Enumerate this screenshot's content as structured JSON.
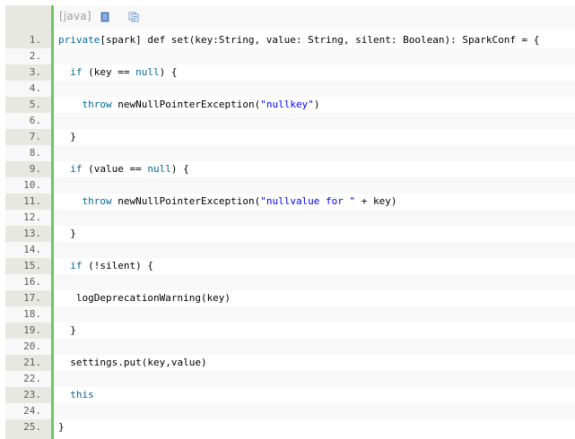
{
  "toolbar": {
    "lang_label": "[java]",
    "view_source_icon": "view-source-icon",
    "copy_icon": "copy-icon"
  },
  "colors": {
    "gutter": "#e8e8e2",
    "gutter_rule": "#6ec564",
    "keyword": "#006699",
    "string": "#0000ff",
    "line_number": "#5c5c5c",
    "alt_row": "#f8f8f8"
  },
  "lines": [
    {
      "num": "1.",
      "tokens": [
        {
          "t": "private",
          "c": "kw"
        },
        {
          "t": "[spark] def set(key:String, value: String, silent: Boolean): SparkConf = {"
        }
      ]
    },
    {
      "num": "2.",
      "tokens": []
    },
    {
      "num": "3.",
      "tokens": [
        {
          "t": "  "
        },
        {
          "t": "if",
          "c": "kw"
        },
        {
          "t": " (key == "
        },
        {
          "t": "null",
          "c": "kw"
        },
        {
          "t": ") {"
        }
      ]
    },
    {
      "num": "4.",
      "tokens": []
    },
    {
      "num": "5.",
      "tokens": [
        {
          "t": "    "
        },
        {
          "t": "throw",
          "c": "kw"
        },
        {
          "t": " newNullPointerException("
        },
        {
          "t": "\"nullkey\"",
          "c": "str"
        },
        {
          "t": ")"
        }
      ]
    },
    {
      "num": "6.",
      "tokens": []
    },
    {
      "num": "7.",
      "tokens": [
        {
          "t": "  }"
        }
      ]
    },
    {
      "num": "8.",
      "tokens": []
    },
    {
      "num": "9.",
      "tokens": [
        {
          "t": "  "
        },
        {
          "t": "if",
          "c": "kw"
        },
        {
          "t": " (value == "
        },
        {
          "t": "null",
          "c": "kw"
        },
        {
          "t": ") {"
        }
      ]
    },
    {
      "num": "10.",
      "tokens": []
    },
    {
      "num": "11.",
      "tokens": [
        {
          "t": "    "
        },
        {
          "t": "throw",
          "c": "kw"
        },
        {
          "t": " newNullPointerException("
        },
        {
          "t": "\"nullvalue for \"",
          "c": "str"
        },
        {
          "t": " + key)"
        }
      ]
    },
    {
      "num": "12.",
      "tokens": []
    },
    {
      "num": "13.",
      "tokens": [
        {
          "t": "  }"
        }
      ]
    },
    {
      "num": "14.",
      "tokens": []
    },
    {
      "num": "15.",
      "tokens": [
        {
          "t": "  "
        },
        {
          "t": "if",
          "c": "kw"
        },
        {
          "t": " (!silent) {"
        }
      ]
    },
    {
      "num": "16.",
      "tokens": []
    },
    {
      "num": "17.",
      "tokens": [
        {
          "t": "   logDeprecationWarning(key)"
        }
      ]
    },
    {
      "num": "18.",
      "tokens": []
    },
    {
      "num": "19.",
      "tokens": [
        {
          "t": "  }"
        }
      ]
    },
    {
      "num": "20.",
      "tokens": []
    },
    {
      "num": "21.",
      "tokens": [
        {
          "t": "  settings.put(key,value)"
        }
      ]
    },
    {
      "num": "22.",
      "tokens": []
    },
    {
      "num": "23.",
      "tokens": [
        {
          "t": "  "
        },
        {
          "t": "this",
          "c": "kw"
        }
      ]
    },
    {
      "num": "24.",
      "tokens": []
    },
    {
      "num": "25.",
      "tokens": [
        {
          "t": "}"
        }
      ]
    }
  ]
}
